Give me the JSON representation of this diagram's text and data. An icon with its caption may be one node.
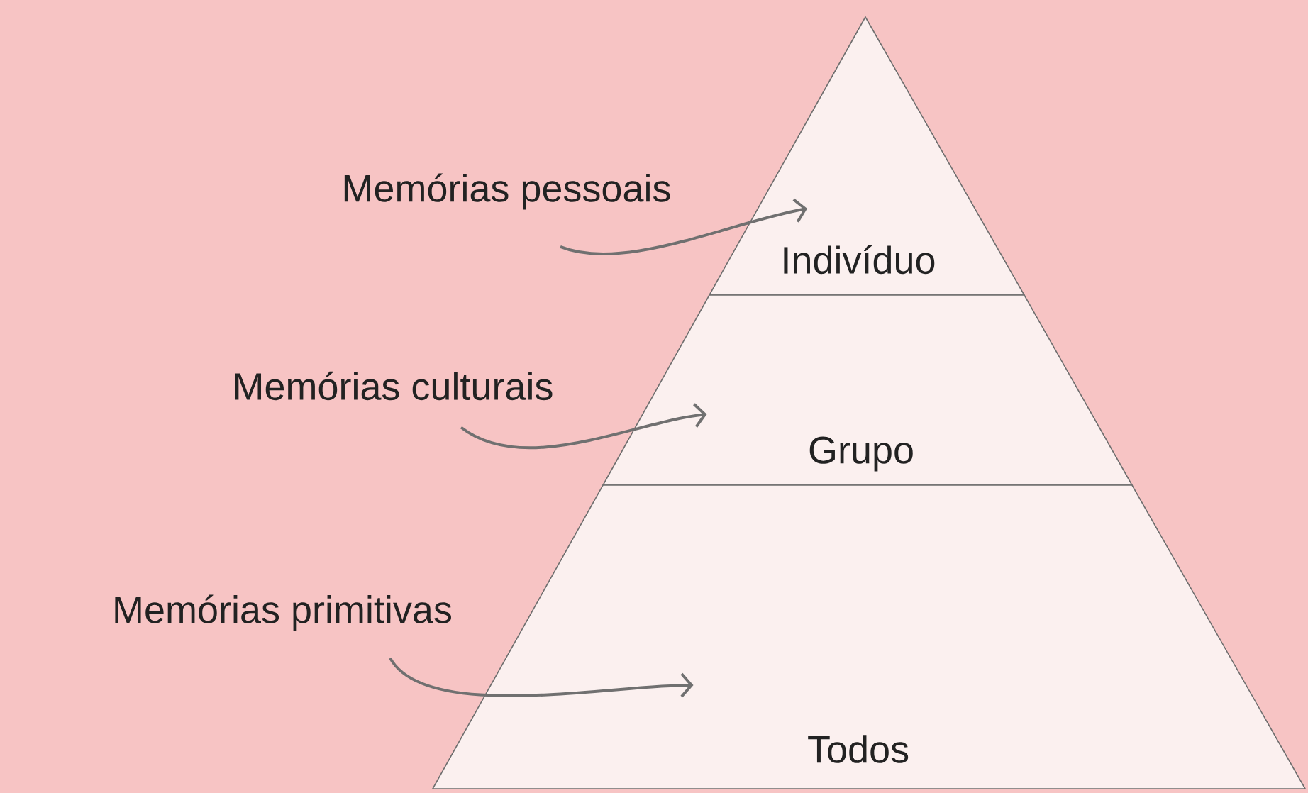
{
  "diagram": {
    "nodes": [
      {
        "text": [
          "Memórias pessoais"
        ]
      },
      {
        "text": [
          "Indivíduo"
        ]
      },
      {
        "text": [
          "Memórias culturais"
        ]
      },
      {
        "text": [
          "Grupo"
        ]
      },
      {
        "text": [
          "Memórias primitivas"
        ]
      },
      {
        "text": [
          "Todos"
        ]
      }
    ],
    "edges": [
      {
        "from": 0,
        "to": 1,
        "arrow": "to"
      },
      {
        "from": 2,
        "to": 3,
        "arrow": "to"
      },
      {
        "from": 4,
        "to": 5,
        "arrow": "to"
      }
    ]
  }
}
